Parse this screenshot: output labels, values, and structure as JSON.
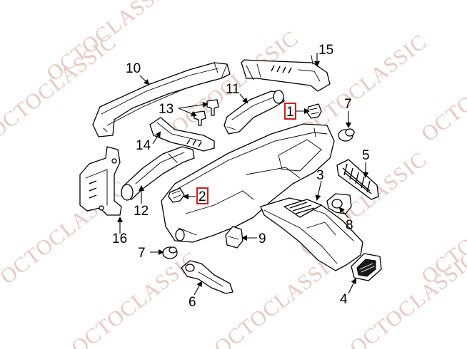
{
  "watermark": {
    "text": "OCTOCLASSIC",
    "color": "#e8c9c4"
  },
  "highlight_color": "#d01c1c",
  "callouts": [
    {
      "id": "1",
      "label": "1",
      "highlighted": true
    },
    {
      "id": "2",
      "label": "2",
      "highlighted": true
    },
    {
      "id": "3",
      "label": "3",
      "highlighted": false
    },
    {
      "id": "4",
      "label": "4",
      "highlighted": false
    },
    {
      "id": "5",
      "label": "5",
      "highlighted": false
    },
    {
      "id": "6",
      "label": "6",
      "highlighted": false
    },
    {
      "id": "7a",
      "label": "7",
      "highlighted": false
    },
    {
      "id": "7b",
      "label": "7",
      "highlighted": false
    },
    {
      "id": "8",
      "label": "8",
      "highlighted": false
    },
    {
      "id": "9",
      "label": "9",
      "highlighted": false
    },
    {
      "id": "10",
      "label": "10",
      "highlighted": false
    },
    {
      "id": "11",
      "label": "11",
      "highlighted": false
    },
    {
      "id": "12",
      "label": "12",
      "highlighted": false
    },
    {
      "id": "13",
      "label": "13",
      "highlighted": false
    },
    {
      "id": "14",
      "label": "14",
      "highlighted": false
    },
    {
      "id": "15",
      "label": "15",
      "highlighted": false
    },
    {
      "id": "16",
      "label": "16",
      "highlighted": false
    }
  ]
}
